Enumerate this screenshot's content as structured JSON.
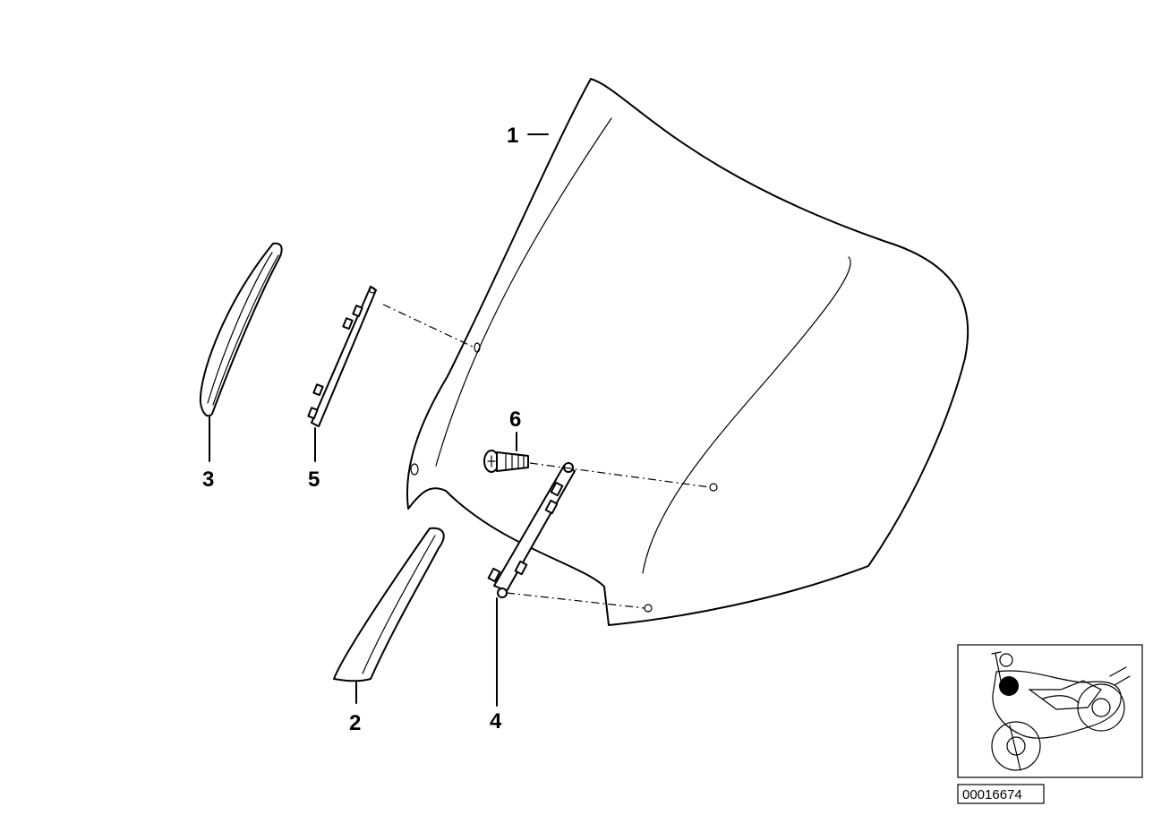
{
  "diagram": {
    "callouts": [
      {
        "id": "1",
        "label": "1"
      },
      {
        "id": "2",
        "label": "2"
      },
      {
        "id": "3",
        "label": "3"
      },
      {
        "id": "4",
        "label": "4"
      },
      {
        "id": "5",
        "label": "5"
      },
      {
        "id": "6",
        "label": "6"
      }
    ],
    "image_code": "00016674"
  }
}
